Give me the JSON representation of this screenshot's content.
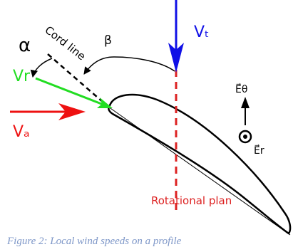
{
  "labels": {
    "alpha": "α",
    "beta": "β",
    "cord_line": "Cord line",
    "vt": "Vₜ",
    "vr": "Vr",
    "va": "Vₐ",
    "e_theta": "E⃗θ",
    "e_r": "E⃗r",
    "rotational_plan": "Rotational plan"
  },
  "caption": "Figure 2: Local wind speeds on a profile",
  "colors": {
    "vt": "#1010e6",
    "vr": "#22dd22",
    "va": "#ee1111",
    "rotational_plan": "#dd2222",
    "profile": "#000000",
    "caption": "#7e97c8"
  }
}
